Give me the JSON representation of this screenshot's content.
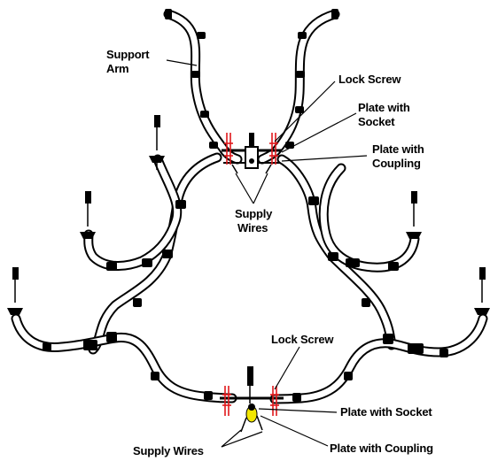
{
  "labels": {
    "support_arm_line1": "Support",
    "support_arm_line2": "Arm",
    "lock_screw_top": "Lock  Screw",
    "plate_socket_top_line1": "Plate with",
    "plate_socket_top_line2": "Socket",
    "plate_coupling_top_line1": "Plate with",
    "plate_coupling_top_line2": "Coupling",
    "supply_wires_top_line1": "Supply",
    "supply_wires_top_line2": "Wires",
    "lock_screw_bottom": "Lock  Screw",
    "plate_socket_bottom": "Plate with Socket",
    "plate_coupling_bottom": "Plate with Coupling",
    "supply_wires_bottom": "Supply Wires"
  },
  "colors": {
    "outline": "#000000",
    "lock_screw_marker": "#e0181b",
    "socket_highlight": "#f2e600"
  }
}
